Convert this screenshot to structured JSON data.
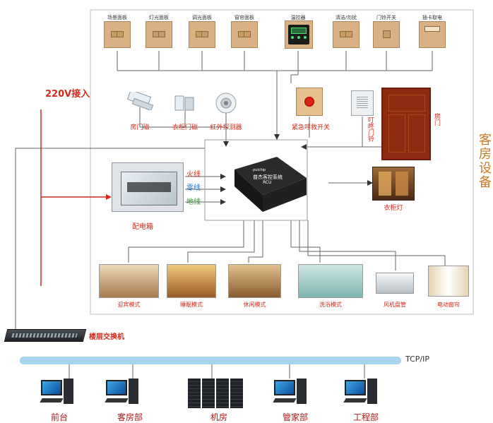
{
  "panels": [
    {
      "label": "场景面板"
    },
    {
      "label": "灯光面板"
    },
    {
      "label": "调光面板"
    },
    {
      "label": "窗帘面板"
    },
    {
      "label": "温控器"
    },
    {
      "label": "清洁/勿扰"
    },
    {
      "label": "门铃开关"
    },
    {
      "label": "插卡取电"
    }
  ],
  "sensors": {
    "door_magnet": "房门磁",
    "closet_magnet": "衣柜门磁",
    "infrared": "红外探测器",
    "emergency": "紧急呼救开关",
    "doorbell": "叮咚门铃",
    "room_door": "房门",
    "closet_light": "衣柜灯"
  },
  "section_title": "客房设备",
  "power_input": "220V接入",
  "distribution_box": {
    "label": "配电箱",
    "lines": [
      "火线",
      "零线",
      "地线"
    ]
  },
  "rcu": {
    "brand": "pulchip",
    "name": "普杰客控系统",
    "model": "RCU"
  },
  "modes": [
    {
      "label": "迎宾模式"
    },
    {
      "label": "睡眠模式"
    },
    {
      "label": "休闲模式"
    },
    {
      "label": "洗浴模式"
    },
    {
      "label": "风机盘管"
    },
    {
      "label": "电动窗帘"
    }
  ],
  "switch_label": "楼层交换机",
  "network_label": "TCP/IP",
  "terminals": [
    {
      "label": "前台"
    },
    {
      "label": "客房部"
    },
    {
      "label": "机房"
    },
    {
      "label": "管家部"
    },
    {
      "label": "工程部"
    }
  ],
  "colors": {
    "red_accent": "#d42a1a",
    "panel_wood": "#d9b184",
    "bus_blue": "#a6d4ef",
    "door_red": "#8f2a12"
  }
}
